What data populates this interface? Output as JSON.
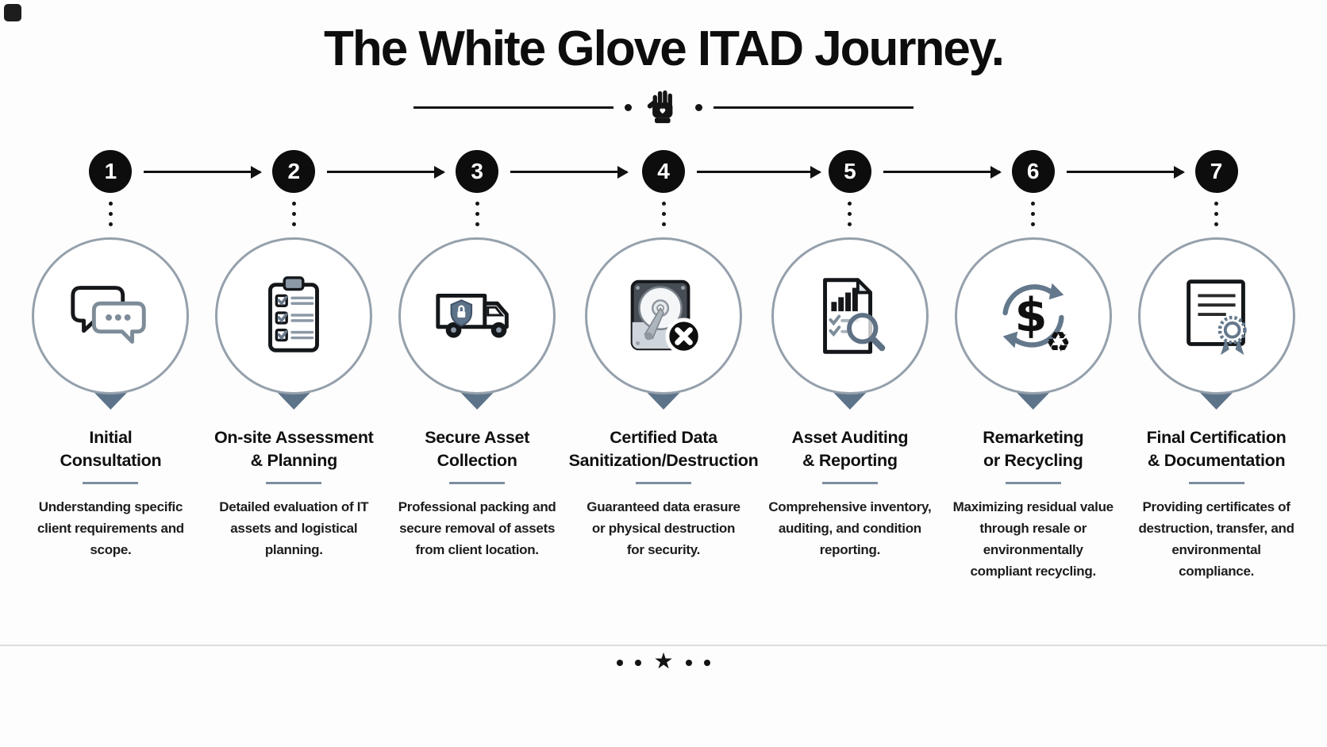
{
  "header": {
    "title": "The White Glove ITAD Journey.",
    "decor_icon": "white-glove-icon"
  },
  "colors": {
    "accent_slate": "#5d7389",
    "circle_border": "#95a0ac",
    "underline": "#7d8ea0",
    "ink": "#0d0d0d"
  },
  "steps": [
    {
      "number": "1",
      "title": "Initial\nConsultation",
      "description": "Understanding specific client requirements and scope.",
      "icon": "chat-bubbles-icon"
    },
    {
      "number": "2",
      "title": "On-site Assessment\n& Planning",
      "description": "Detailed evaluation of IT assets and logistical planning.",
      "icon": "clipboard-checklist-icon"
    },
    {
      "number": "3",
      "title": "Secure Asset\nCollection",
      "description": "Professional packing and secure removal of assets from client location.",
      "icon": "secure-truck-icon"
    },
    {
      "number": "4",
      "title": "Certified Data\nSanitization/Destruction",
      "description": "Guaranteed data erasure or physical destruction for security.",
      "icon": "hard-drive-destruction-icon"
    },
    {
      "number": "5",
      "title": "Asset Auditing\n& Reporting",
      "description": "Comprehensive inventory, auditing, and condition reporting.",
      "icon": "audit-report-icon"
    },
    {
      "number": "6",
      "title": "Remarketing\nor Recycling",
      "description": "Maximizing residual value through resale or environmentally compliant recycling.",
      "icon": "resale-recycle-icon"
    },
    {
      "number": "7",
      "title": "Final Certification\n& Documentation",
      "description": "Providing certificates of destruction, transfer, and environmental compliance.",
      "icon": "certificate-ribbon-icon"
    }
  ],
  "footer": {
    "star": "★"
  }
}
